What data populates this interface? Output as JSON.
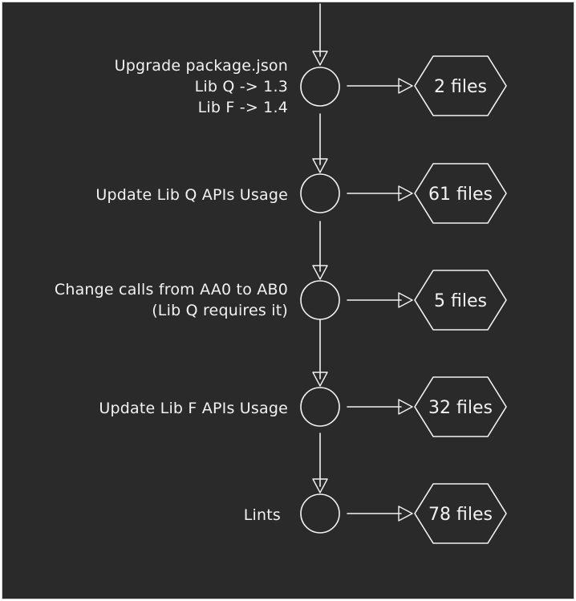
{
  "colors": {
    "background": "#2a2a2a",
    "stroke": "#f2f2f2"
  },
  "steps": [
    {
      "label_lines": [
        "Upgrade package.json",
        "Lib Q -> 1.3",
        "Lib F -> 1.4"
      ],
      "files": "2 files"
    },
    {
      "label_lines": [
        "Update Lib Q APIs Usage"
      ],
      "files": "61 files"
    },
    {
      "label_lines": [
        "Change calls from AA0 to AB0",
        "(Lib Q requires it)"
      ],
      "files": "5 files"
    },
    {
      "label_lines": [
        "Update Lib F APIs Usage"
      ],
      "files": "32 files"
    },
    {
      "label_lines": [
        "Lints"
      ],
      "files": "78 files"
    }
  ]
}
